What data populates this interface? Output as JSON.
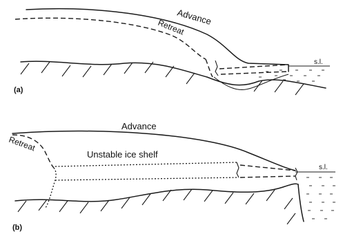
{
  "panel_a": {
    "label": "(a)",
    "advance_label": "Advance",
    "retreat_label": "Retreat",
    "sea_level_label": "s.l."
  },
  "panel_b": {
    "label": "(b)",
    "advance_label": "Advance",
    "retreat_label": "Retreat",
    "shelf_label": "Unstable ice shelf",
    "sea_level_label": "s.l."
  }
}
